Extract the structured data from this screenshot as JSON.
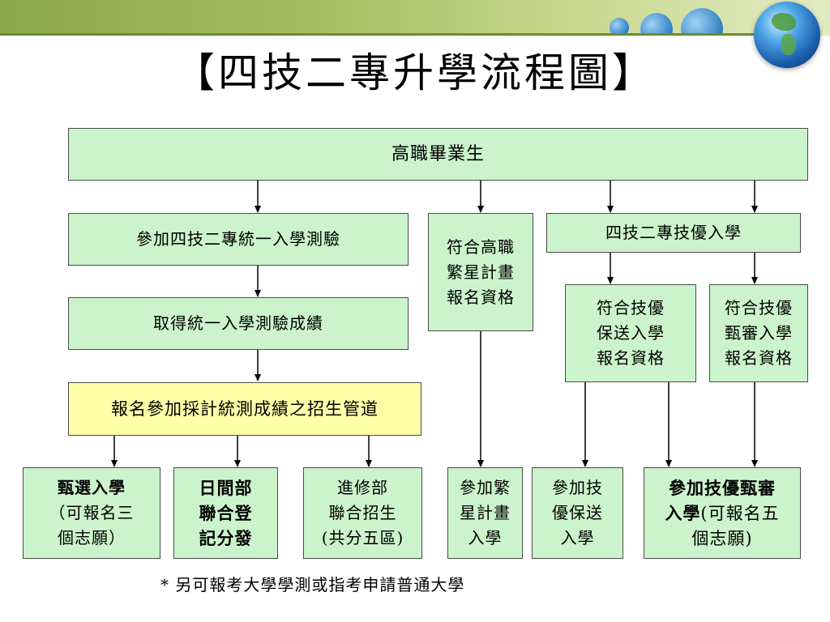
{
  "title": "【四技二專升學流程圖】",
  "nodes": {
    "graduate": "高職畢業生",
    "unified_exam": "參加四技二專統一入學測驗",
    "star_eligible": [
      "符合高職",
      "繁星計畫",
      "報名資格"
    ],
    "skill_admission": "四技二專技優入學",
    "skill_recommend_eligible": [
      "符合技優",
      "保送入學",
      "報名資格"
    ],
    "skill_screen_eligible": [
      "符合技優",
      "甄審入學",
      "報名資格"
    ],
    "exam_score": "取得統一入學測驗成績",
    "score_channels": "報名參加採計統測成績之招生管道",
    "selection": {
      "bold": "甄選入學",
      "lines": [
        "（可報名三",
        "個志願）"
      ]
    },
    "day_division": [
      "日間部",
      "聯合登",
      "記分發"
    ],
    "continuing": [
      "進修部",
      "聯合招生",
      "(共分五區)"
    ],
    "star_join": [
      "參加繁",
      "星計畫",
      "入學"
    ],
    "skill_recommend_join": [
      "參加技",
      "優保送",
      "入學"
    ],
    "skill_screen_join": {
      "bold": "參加技優甄審",
      "bold2": "入學",
      "rest": "(可報名五",
      "line3": "個志願)"
    }
  },
  "footnote": "* 另可報考大學學測或指考申請普通大學",
  "colors": {
    "box_fill": "#ccf4cc",
    "highlight_fill": "#ffffa8",
    "banner": "#8aa84a"
  }
}
